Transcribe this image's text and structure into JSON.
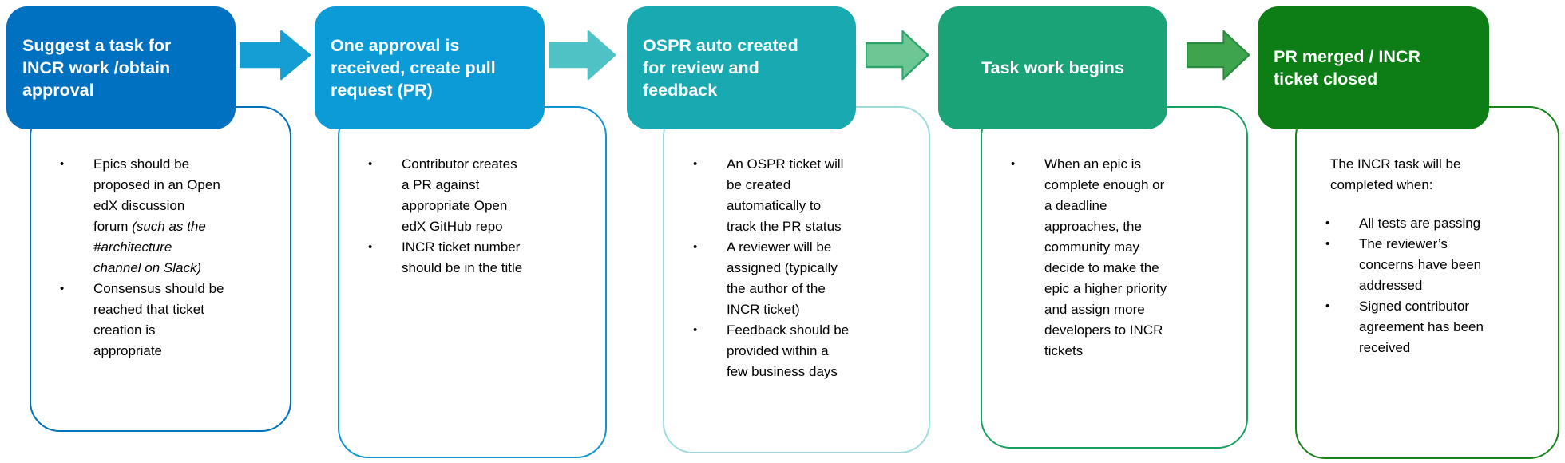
{
  "diagram": {
    "bullet_glyph": "•",
    "text_color": "#000000",
    "header_text_color": "#ffffff",
    "columns": [
      {
        "name": "suggest-task",
        "header_lines": [
          "Suggest a task for",
          "INCR work /obtain",
          "approval"
        ],
        "header_color": "#0070C0",
        "border_color": "#0070C0",
        "bullets": [
          {
            "segments": [
              {
                "text": "Epics should be\nproposed in an Open\nedX discussion\nforum ",
                "italic": false
              },
              {
                "text": "(such as the\n#architecture\nchannel on Slack)",
                "italic": true
              }
            ]
          },
          {
            "segments": [
              {
                "text": "Consensus should be\nreached that ticket\ncreation is\nappropriate",
                "italic": false
              }
            ]
          }
        ],
        "arrow_after": {
          "fill": "#149ED3",
          "stroke": "#149ED3"
        }
      },
      {
        "name": "create-pull-request",
        "header_lines": [
          "One approval is",
          "received, create pull",
          "request (PR)"
        ],
        "header_color": "#0B9BD6",
        "border_color": "#1193D1",
        "bullets": [
          {
            "segments": [
              {
                "text": "Contributor creates\na PR against\nappropriate Open\nedX GitHub repo",
                "italic": false
              }
            ]
          },
          {
            "segments": [
              {
                "text": "INCR ticket number\nshould be in the title",
                "italic": false
              }
            ]
          }
        ],
        "arrow_after": {
          "fill": "#4FC2C5",
          "stroke": "#4FC2C5"
        }
      },
      {
        "name": "ospr-auto-created",
        "header_lines": [
          "OSPR auto created",
          "for review and",
          "feedback"
        ],
        "header_color": "#18A9B1",
        "border_color": "#9EDBDF",
        "bullets": [
          {
            "segments": [
              {
                "text": "An OSPR ticket will\nbe created\nautomatically to\ntrack the PR status",
                "italic": false
              }
            ]
          },
          {
            "segments": [
              {
                "text": "A reviewer will be\nassigned (typically\nthe author of the\nINCR ticket)",
                "italic": false
              }
            ]
          },
          {
            "segments": [
              {
                "text": "Feedback should be\nprovided within a\nfew business days",
                "italic": false
              }
            ]
          }
        ],
        "arrow_after": {
          "fill": "#6CC795",
          "stroke": "#2EA468"
        }
      },
      {
        "name": "task-work-begins",
        "header_lines": [
          "Task work begins"
        ],
        "header_color": "#1AA377",
        "border_color": "#18A061",
        "bullets": [
          {
            "segments": [
              {
                "text": "When an epic is\ncomplete enough or\na deadline\napproaches, the\ncommunity may\ndecide to make the\nepic a higher priority\nand assign more\ndevelopers to INCR\ntickets",
                "italic": false
              }
            ]
          }
        ],
        "arrow_after": {
          "fill": "#3EA44E",
          "stroke": "#2D8A41"
        }
      },
      {
        "name": "pr-merged-ticket-closed",
        "header_lines": [
          "PR merged / INCR",
          "ticket closed"
        ],
        "header_color": "#0D7E15",
        "border_color": "#178517",
        "intro": "The INCR task will be\ncompleted when:",
        "bullets": [
          {
            "segments": [
              {
                "text": "All tests are passing",
                "italic": false
              }
            ]
          },
          {
            "segments": [
              {
                "text": "The reviewer’s\nconcerns have been\naddressed",
                "italic": false
              }
            ]
          },
          {
            "segments": [
              {
                "text": "Signed contributor\nagreement has been\nreceived",
                "italic": false
              }
            ]
          }
        ],
        "arrow_after": null
      }
    ]
  }
}
